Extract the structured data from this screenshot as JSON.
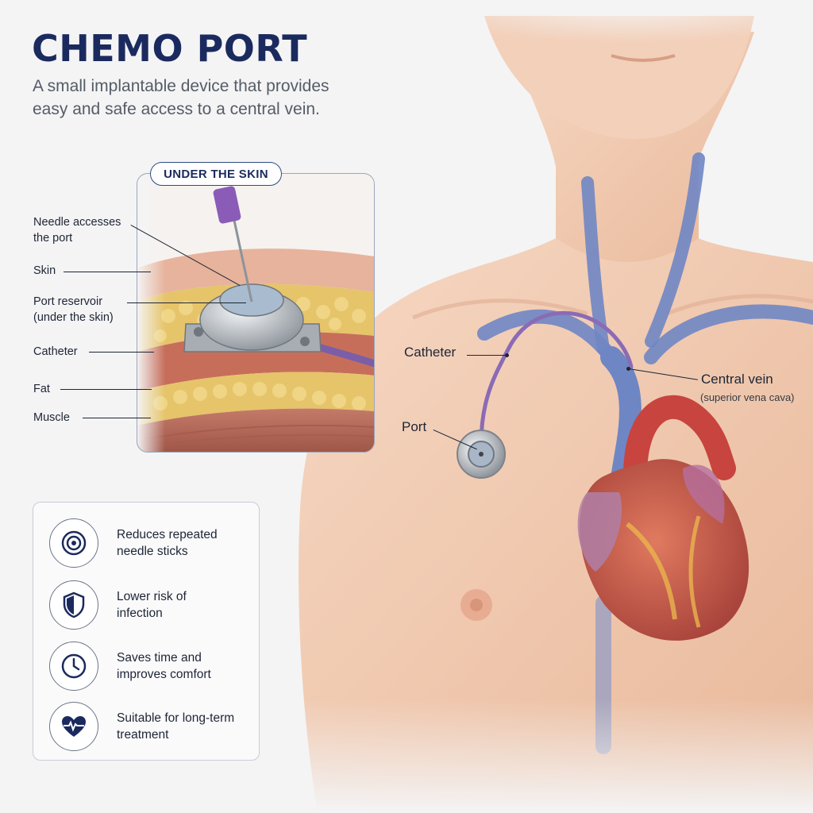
{
  "title": "CHEMO PORT",
  "subtitle": "A small implantable device that provides easy and safe access to a central vein.",
  "inset": {
    "title": "UNDER THE SKIN",
    "labels": {
      "needle_line1": "Needle accesses",
      "needle_line2": "the port",
      "skin": "Skin",
      "reservoir_line1": "Port reservoir",
      "reservoir_line2": "(under the skin)",
      "catheter": "Catheter",
      "fat": "Fat",
      "muscle": "Muscle"
    }
  },
  "body_labels": {
    "catheter": "Catheter",
    "port": "Port",
    "central_vein": "Central vein",
    "central_vein_sub": "(superior vena cava)"
  },
  "benefits": [
    {
      "icon": "target-icon",
      "line1": "Reduces repeated",
      "line2": "needle sticks"
    },
    {
      "icon": "shield-icon",
      "line1": "Lower risk of",
      "line2": "infection"
    },
    {
      "icon": "clock-icon",
      "line1": "Saves time and",
      "line2": "improves comfort"
    },
    {
      "icon": "heart-pulse-icon",
      "line1": "Suitable for long-term",
      "line2": "treatment"
    }
  ],
  "colors": {
    "title": "#1b2a5e",
    "skin": "#f2cbb0",
    "vein": "#6f86c4",
    "catheter": "#8a6bb5",
    "heart": "#c85a4e",
    "fat": "#e8c66a",
    "muscle": "#b86a5a"
  }
}
